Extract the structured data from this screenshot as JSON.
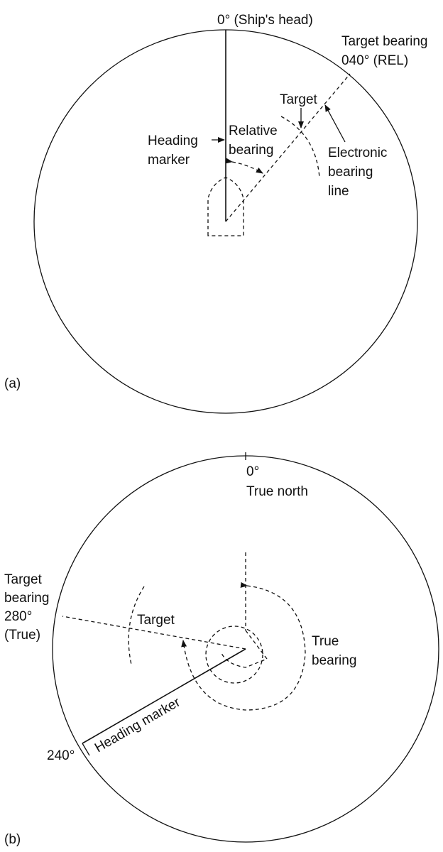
{
  "diagram_a": {
    "ships_head_label": "0° (Ship's head)",
    "target_bearing_line1": "Target bearing",
    "target_bearing_line2": "040° (REL)",
    "target_label": "Target",
    "heading_line1": "Heading",
    "heading_line2": "marker",
    "relative_line1": "Relative",
    "relative_line2": "bearing",
    "ebl_line1": "Electronic",
    "ebl_line2": "bearing",
    "ebl_line3": "line",
    "panel_label": "(a)"
  },
  "diagram_b": {
    "north_line1": "0°",
    "north_line2": "True north",
    "target_bearing_line1": "Target",
    "target_bearing_line2": "bearing",
    "target_bearing_line3": "280°",
    "target_bearing_line4": "(True)",
    "target_label": "Target",
    "true_bearing_line1": "True",
    "true_bearing_line2": "bearing",
    "heading_marker_label": "Heading marker",
    "deg_240_label": "240°",
    "panel_label": "(b)"
  }
}
